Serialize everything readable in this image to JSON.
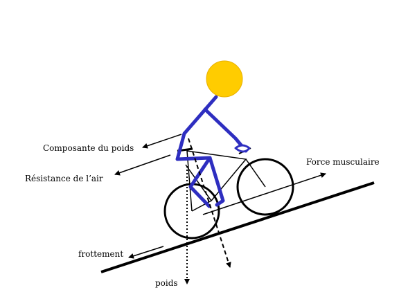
{
  "labels": {
    "composante_du_poids": "Composante du poids",
    "resistance_de_l_air": "Résistance de l’air",
    "force_musculaire": "Force musculaire",
    "frottement": "frottement",
    "poids": "poids"
  },
  "colors": {
    "background": "#ffffff",
    "ink": "#000000",
    "rider_body": "#2e2ec0",
    "rider_head": "#ffcc00",
    "head_outline": "#e8b000"
  },
  "icons": {
    "rider": "stick-figure-cyclist",
    "bicycle": "bicycle-icon"
  }
}
